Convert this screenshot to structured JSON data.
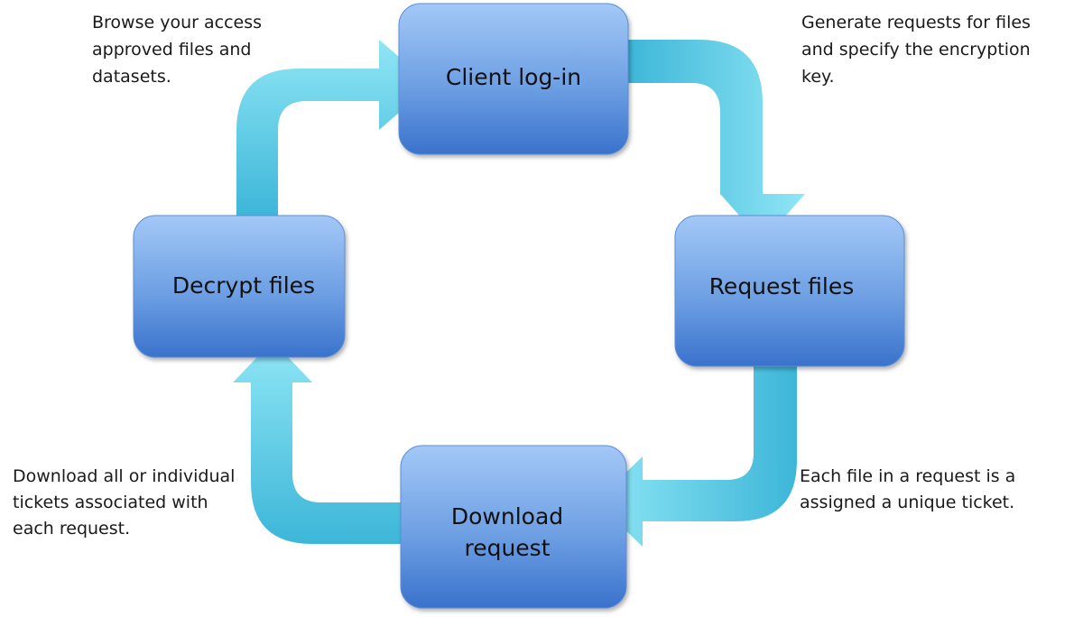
{
  "diagram": {
    "steps": {
      "client_login": {
        "label": "Client log-in"
      },
      "request_files": {
        "label": "Request files"
      },
      "download_request": {
        "label_line1": "Download",
        "label_line2": "request"
      },
      "decrypt_files": {
        "label": "Decrypt files"
      }
    },
    "notes": {
      "browse": {
        "line1": "Browse your access",
        "line2": "approved files and",
        "line3": "datasets."
      },
      "generate": {
        "line1": "Generate requests for files",
        "line2": "and specify the encryption",
        "line3": "key."
      },
      "ticket": {
        "line1": "Each file in a request is a",
        "line2": "assigned a unique ticket."
      },
      "download": {
        "line1": "Download all or individual",
        "line2": "tickets associated with",
        "line3": "each request."
      }
    },
    "colors": {
      "box_top": "#9cc4f5",
      "box_bottom": "#3d78cf",
      "box_border": "#5b8fd6",
      "arrow_light": "#86e3f3",
      "arrow_dark": "#3ab6d8"
    }
  }
}
